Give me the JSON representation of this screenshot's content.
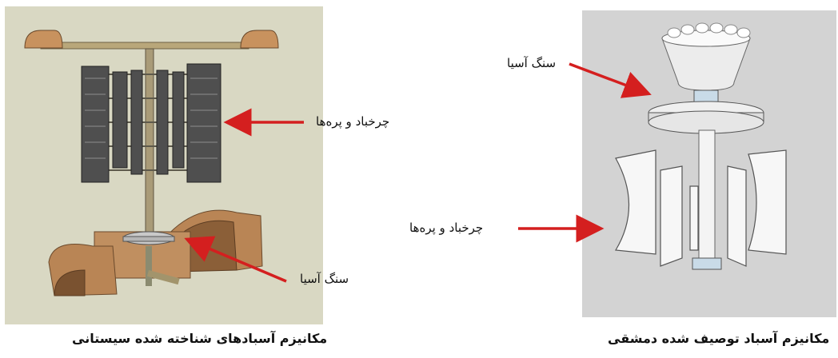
{
  "left": {
    "labels": {
      "rotor_blades": "چرخباد و پره‌ها",
      "millstone": "سنگ آسیا"
    },
    "caption": "مکانیزم آسبادهای شناخته شده سیستانی"
  },
  "right": {
    "labels": {
      "millstone": "سنگ آسیا",
      "rotor_blades": "چرخباد و پره‌ها"
    },
    "caption": "مکانیزم آسباد توصیف شده دمشقی"
  },
  "colors": {
    "arrow": "#d41f1f",
    "left_bg": "#d9d8c3",
    "right_bg": "#d3d3d3",
    "brick": "#b98555"
  }
}
